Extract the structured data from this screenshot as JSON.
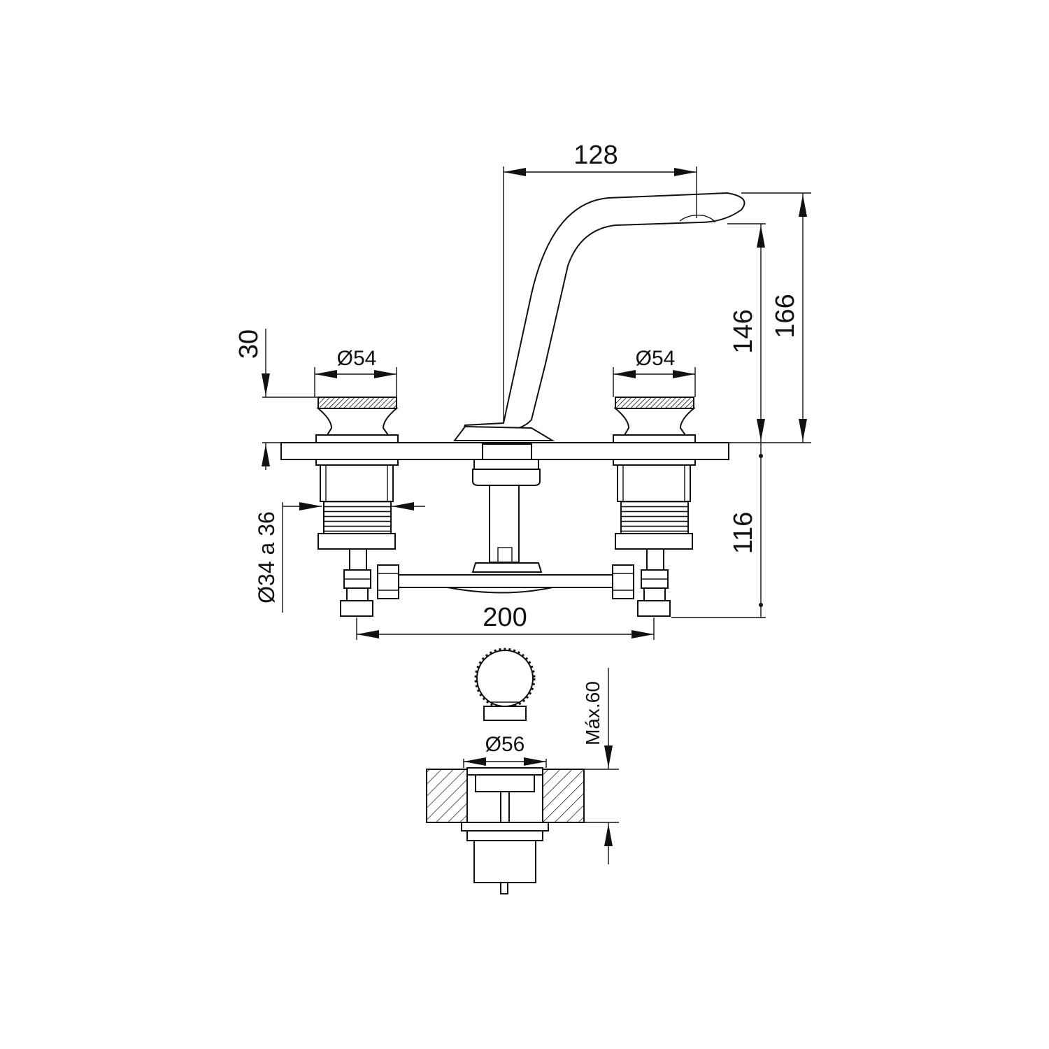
{
  "diagram": {
    "dimensions": {
      "spout_reach": "128",
      "spout_height": "146",
      "total_height": "166",
      "handle_height": "30",
      "handle_diameter_left": "Ø54",
      "handle_diameter_right": "Ø54",
      "hole_diameter": "Ø34 a 36",
      "below_deck": "116",
      "center_spacing": "200",
      "drain_diameter": "Ø56",
      "drain_max": "Máx.60"
    },
    "colors": {
      "line": "#111111",
      "background": "#ffffff"
    }
  }
}
